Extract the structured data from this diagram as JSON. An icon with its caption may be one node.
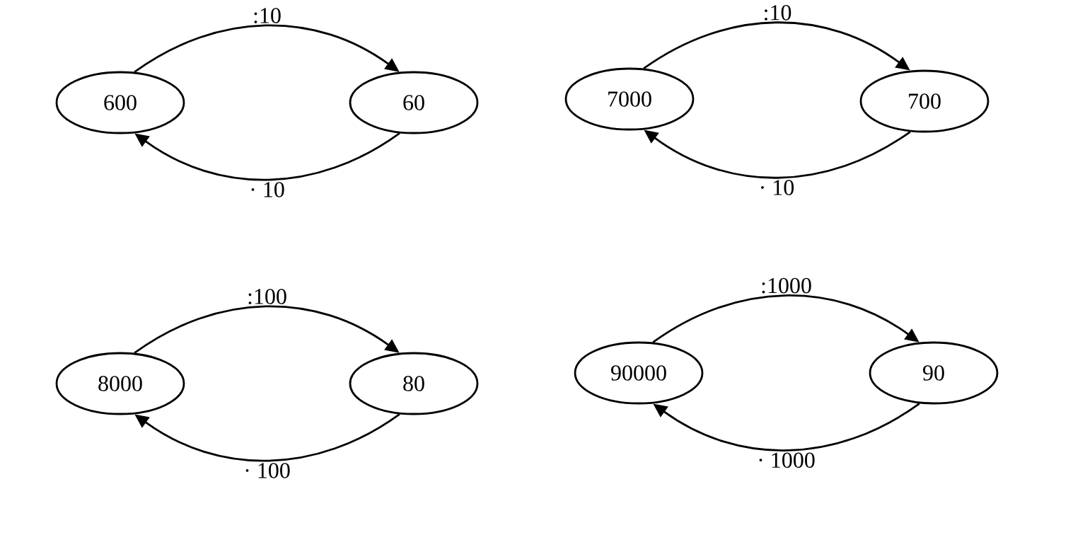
{
  "diagram": {
    "nodes": [
      {
        "text": [
          "600"
        ]
      },
      {
        "text": [
          "60"
        ]
      },
      {
        "text": [
          "7000"
        ]
      },
      {
        "text": [
          "700"
        ]
      },
      {
        "text": [
          "8000"
        ]
      },
      {
        "text": [
          "80"
        ]
      },
      {
        "text": [
          "90000"
        ]
      },
      {
        "text": [
          "90"
        ]
      }
    ],
    "edges": [
      {
        "from": 0,
        "to": 1,
        "arrow": "to",
        "label": ":10"
      },
      {
        "from": 1,
        "to": 0,
        "arrow": "to",
        "label": "· 10"
      },
      {
        "from": 2,
        "to": 3,
        "arrow": "to",
        "label": ":10"
      },
      {
        "from": 3,
        "to": 2,
        "arrow": "to",
        "label": "· 10"
      },
      {
        "from": 4,
        "to": 5,
        "arrow": "to",
        "label": ":100"
      },
      {
        "from": 5,
        "to": 4,
        "arrow": "to",
        "label": "· 100"
      },
      {
        "from": 6,
        "to": 7,
        "arrow": "to",
        "label": ":1000"
      },
      {
        "from": 7,
        "to": 6,
        "arrow": "to",
        "label": "· 1000"
      }
    ]
  }
}
